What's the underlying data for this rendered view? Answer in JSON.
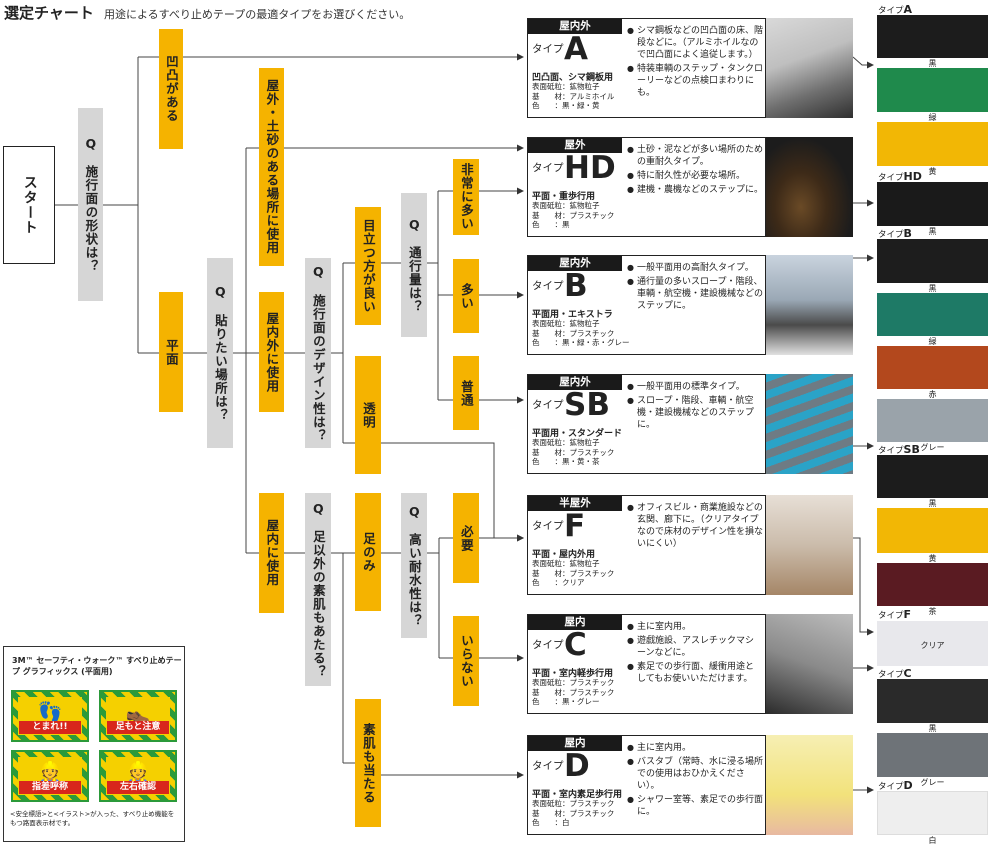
{
  "header": {
    "title": "選定チャート",
    "subtitle": "用途によるすべり止めテープの最適タイプをお選びください。"
  },
  "flow": {
    "start": "スタート",
    "q_surface": "施行面の形状は？",
    "q_mark": "Q",
    "surface_bumpy": "凹凸がある",
    "surface_flat": "平面",
    "q_place": "貼りたい場所は？",
    "place_outdoor_dirt": "屋外・土砂のある場所に使用",
    "place_in_out": "屋内外に使用",
    "place_indoor": "屋内に使用",
    "q_design": "施行面のデザイン性は？",
    "design_visible": "目立つ方が良い",
    "design_clear": "透明",
    "q_traffic": "通行量は？",
    "traffic_very_high": "非常に多い",
    "traffic_high": "多い",
    "traffic_normal": "普通",
    "q_barefoot": "足以外の素肌もあたる？",
    "barefoot_feet_only": "足のみ",
    "barefoot_skin": "素肌も当たる",
    "q_water": "高い耐水性は？",
    "water_needed": "必要",
    "water_not_needed": "いらない"
  },
  "cards": [
    {
      "header": "屋内外",
      "type_label": "タイプ",
      "letter": "A",
      "usage": "凹凸面、シマ鋼板用",
      "spec": [
        "表面砥粒：鉱物粒子",
        "基　　材：アルミホイル",
        "色　　：黒・緑・黄"
      ],
      "desc": [
        "シマ鋼板などの凹凸面の床、階段などに。（アルミホイルなので凹凸面によく追従します。）",
        "特装車輌のステップ・タンクローリーなどの点検口まわりにも。"
      ]
    },
    {
      "header": "屋外",
      "type_label": "タイプ",
      "letter": "HD",
      "usage": "平面・重歩行用",
      "spec": [
        "表面砥粒：鉱物粒子",
        "基　　材：プラスチック",
        "色　　：黒"
      ],
      "desc": [
        "土砂・泥などが多い場所のための重耐久タイプ。",
        "特に耐久性が必要な場所。",
        "建機・農機などのステップに。"
      ]
    },
    {
      "header": "屋内外",
      "type_label": "タイプ",
      "letter": "B",
      "usage": "平面用・エキストラ",
      "spec": [
        "表面砥粒：鉱物粒子",
        "基　　材：プラスチック",
        "色　　：黒・緑・赤・グレー"
      ],
      "desc": [
        "一般平面用の高耐久タイプ。",
        "通行量の多いスロープ・階段、車輌・航空機・建設機械などのステップに。"
      ]
    },
    {
      "header": "屋内外",
      "type_label": "タイプ",
      "letter": "SB",
      "usage": "平面用・スタンダード",
      "spec": [
        "表面砥粒：鉱物粒子",
        "基　　材：プラスチック",
        "色　　：黒・黄・茶"
      ],
      "desc": [
        "一般平面用の標準タイプ。",
        "スロープ・階段、車輌・航空機・建設機械などのステップに。"
      ]
    },
    {
      "header": "半屋外",
      "type_label": "タイプ",
      "letter": "F",
      "usage": "平面・屋内外用",
      "spec": [
        "表面砥粒：鉱物粒子",
        "基　　材：プラスチック",
        "色　　：クリア"
      ],
      "desc": [
        "オフィスビル・商業施設などの玄関、廊下に。（クリアタイプなので床材のデザイン性を損ないにくい）"
      ]
    },
    {
      "header": "屋内",
      "type_label": "タイプ",
      "letter": "C",
      "usage": "平面・室内軽歩行用",
      "spec": [
        "表面砥粒：プラスチック",
        "基　　材：プラスチック",
        "色　　：黒・グレー"
      ],
      "desc": [
        "主に室内用。",
        "遊戯施設、アスレチックマシーンなどに。",
        "素足での歩行面、緩衝用途としてもお使いいただけます。"
      ]
    },
    {
      "header": "屋内",
      "type_label": "タイプ",
      "letter": "D",
      "usage": "平面・室内素足歩行用",
      "spec": [
        "表面砥粒：プラスチック",
        "基　　材：プラスチック",
        "色　　：白"
      ],
      "desc": [
        "主に室内用。",
        "バスタブ（常時、水に浸る場所での使用はおひかえください）。",
        "シャワー室等、素足での歩行面に。"
      ]
    }
  ],
  "swatches": {
    "type_prefix": "タイプ",
    "groups": [
      {
        "letter": "A",
        "items": [
          {
            "name": "黒",
            "color": "#1c1c1c"
          },
          {
            "name": "緑",
            "color": "#1f8a4c"
          },
          {
            "name": "黄",
            "color": "#f2b705"
          }
        ]
      },
      {
        "letter": "HD",
        "items": [
          {
            "name": "黒",
            "color": "#1a1a1a"
          }
        ]
      },
      {
        "letter": "B",
        "items": [
          {
            "name": "黒",
            "color": "#1d1d1d"
          },
          {
            "name": "緑",
            "color": "#1e7a66"
          },
          {
            "name": "赤",
            "color": "#b3481d"
          },
          {
            "name": "グレー",
            "color": "#9aa3aa"
          }
        ]
      },
      {
        "letter": "SB",
        "items": [
          {
            "name": "黒",
            "color": "#1c1c1c"
          },
          {
            "name": "黄",
            "color": "#f2b705"
          },
          {
            "name": "茶",
            "color": "#5a1b22"
          }
        ]
      },
      {
        "letter": "F",
        "items": [
          {
            "name": "クリア",
            "color": "#e8e8ec"
          }
        ]
      },
      {
        "letter": "C",
        "items": [
          {
            "name": "黒",
            "color": "#2a2a2a"
          },
          {
            "name": "グレー",
            "color": "#6e7378"
          }
        ]
      },
      {
        "letter": "D",
        "items": [
          {
            "name": "白",
            "color": "#eeeeee"
          }
        ]
      }
    ]
  },
  "graphics": {
    "title": "3M™ セーフティ・ウォーク™ すべり止めテープ グラフィックス (平面用)",
    "tiles": [
      "とまれ!!",
      "足もと注意",
      "指差呼称",
      "左右確認"
    ],
    "note": "<安全標語>と<イラスト>が入った、すべり止め機能をもつ路面表示材です。"
  },
  "colors": {
    "accent_yellow": "#f5b300",
    "question_gray": "#d6d6d6",
    "card_header": "#1a1a1a"
  }
}
